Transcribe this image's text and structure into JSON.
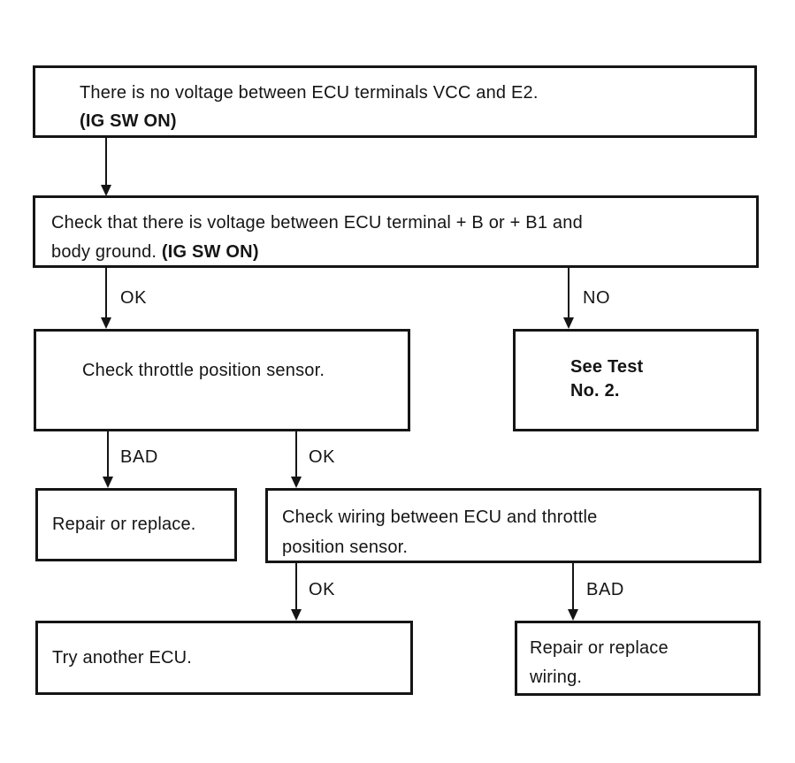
{
  "colors": {
    "ink": "#151515",
    "background": "#ffffff"
  },
  "boxes": {
    "b1": {
      "line1": "There is no voltage between ECU terminals VCC and E2.",
      "line2_bold": "(IG SW ON)"
    },
    "b2": {
      "line1": "Check that there is voltage between ECU terminal + B or + B1 and",
      "line2_normal": "body ground. ",
      "line2_bold": "(IG SW ON)"
    },
    "b3": {
      "line1": "Check throttle position sensor."
    },
    "b4": {
      "line1": "See Test",
      "line2": "No. 2."
    },
    "b5": {
      "line1": "Repair or replace."
    },
    "b6": {
      "line1": "Check wiring between ECU and throttle",
      "line2": "position sensor."
    },
    "b7": {
      "line1": "Try another ECU."
    },
    "b8": {
      "line1": "Repair or replace",
      "line2": "wiring."
    }
  },
  "branch_labels": [
    "OK",
    "NO",
    "BAD",
    "OK",
    "OK",
    "BAD"
  ]
}
